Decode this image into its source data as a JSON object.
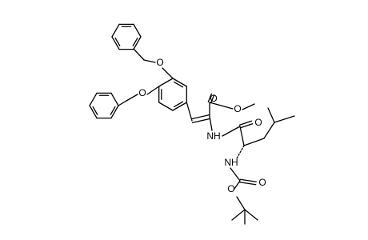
{
  "diagram": {
    "type": "chemical-structure",
    "atom_labels": {
      "o_upper_ether": "O",
      "o_lower_ether": "O",
      "o_ester_carbonyl": "O",
      "o_ester_methoxy": "O",
      "nh_enamide": "NH",
      "o_amide_carbonyl": "O",
      "nh_carbamate": "NH",
      "o_boc_carbonyl": "O",
      "o_boc_ester": "O"
    },
    "colors": {
      "bond": "#000000",
      "label": "#000000",
      "background": "#ffffff"
    }
  }
}
